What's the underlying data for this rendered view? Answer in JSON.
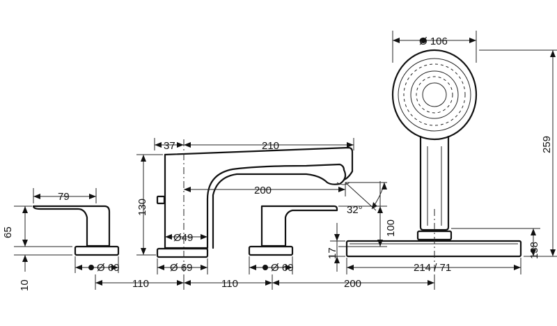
{
  "dimensions": {
    "lever_left_width": "79",
    "lever_left_height": "65",
    "base_left_thickness": "10",
    "dia_left": "Ø 60",
    "spacing_1": "110",
    "spout_offset": "37",
    "spout_length": "210",
    "spout_reach": "200",
    "spout_height": "130",
    "spout_body_dia": "Ø49",
    "dia_spout": "Ø 69",
    "spacing_2": "110",
    "spout_angle": "32°",
    "lever_right_height": "100",
    "dia_right": "Ø 60",
    "spacing_3": "200",
    "plate_height": "17",
    "plate_size": "214 / 71",
    "shower_head_dia": "Ø 106",
    "shower_total_height": "259",
    "shower_holder_height": "138"
  }
}
